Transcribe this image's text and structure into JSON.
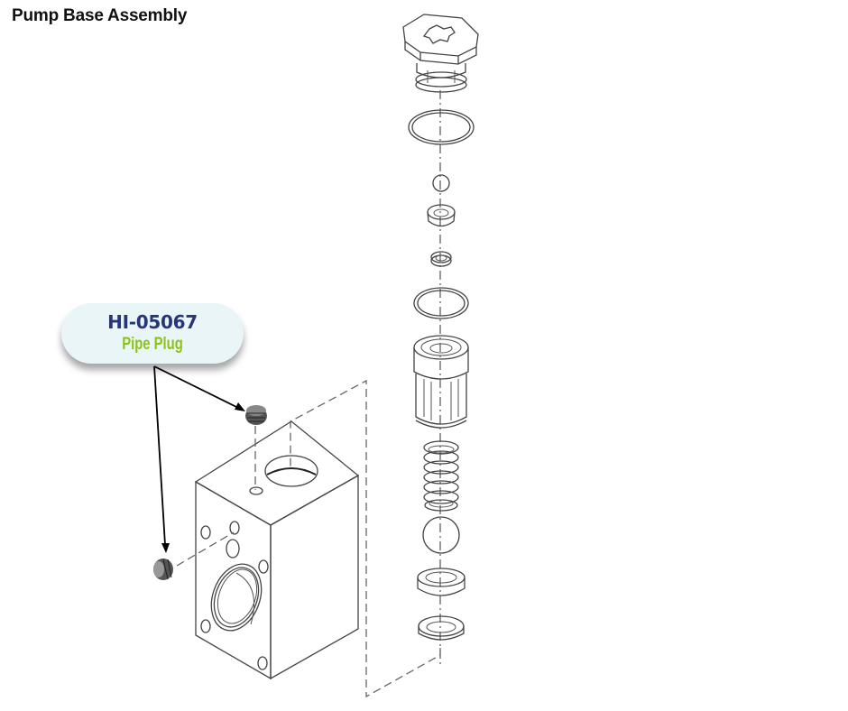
{
  "title": "Pump Base Assembly",
  "callout": {
    "part_number": "HI-05067",
    "description": "Pipe Plug",
    "colors": {
      "part_number": "#27357a",
      "description": "#8cc317",
      "background": "#eaf5f7"
    }
  },
  "components": [
    "hex-cap",
    "o-ring-large-top",
    "small-ball",
    "valve-cage-top",
    "small-seat",
    "o-ring-middle",
    "valve-cage",
    "spring",
    "large-ball",
    "valve-seat",
    "seat-retainer",
    "pump-base-block",
    "pipe-plug-top",
    "pipe-plug-side"
  ]
}
